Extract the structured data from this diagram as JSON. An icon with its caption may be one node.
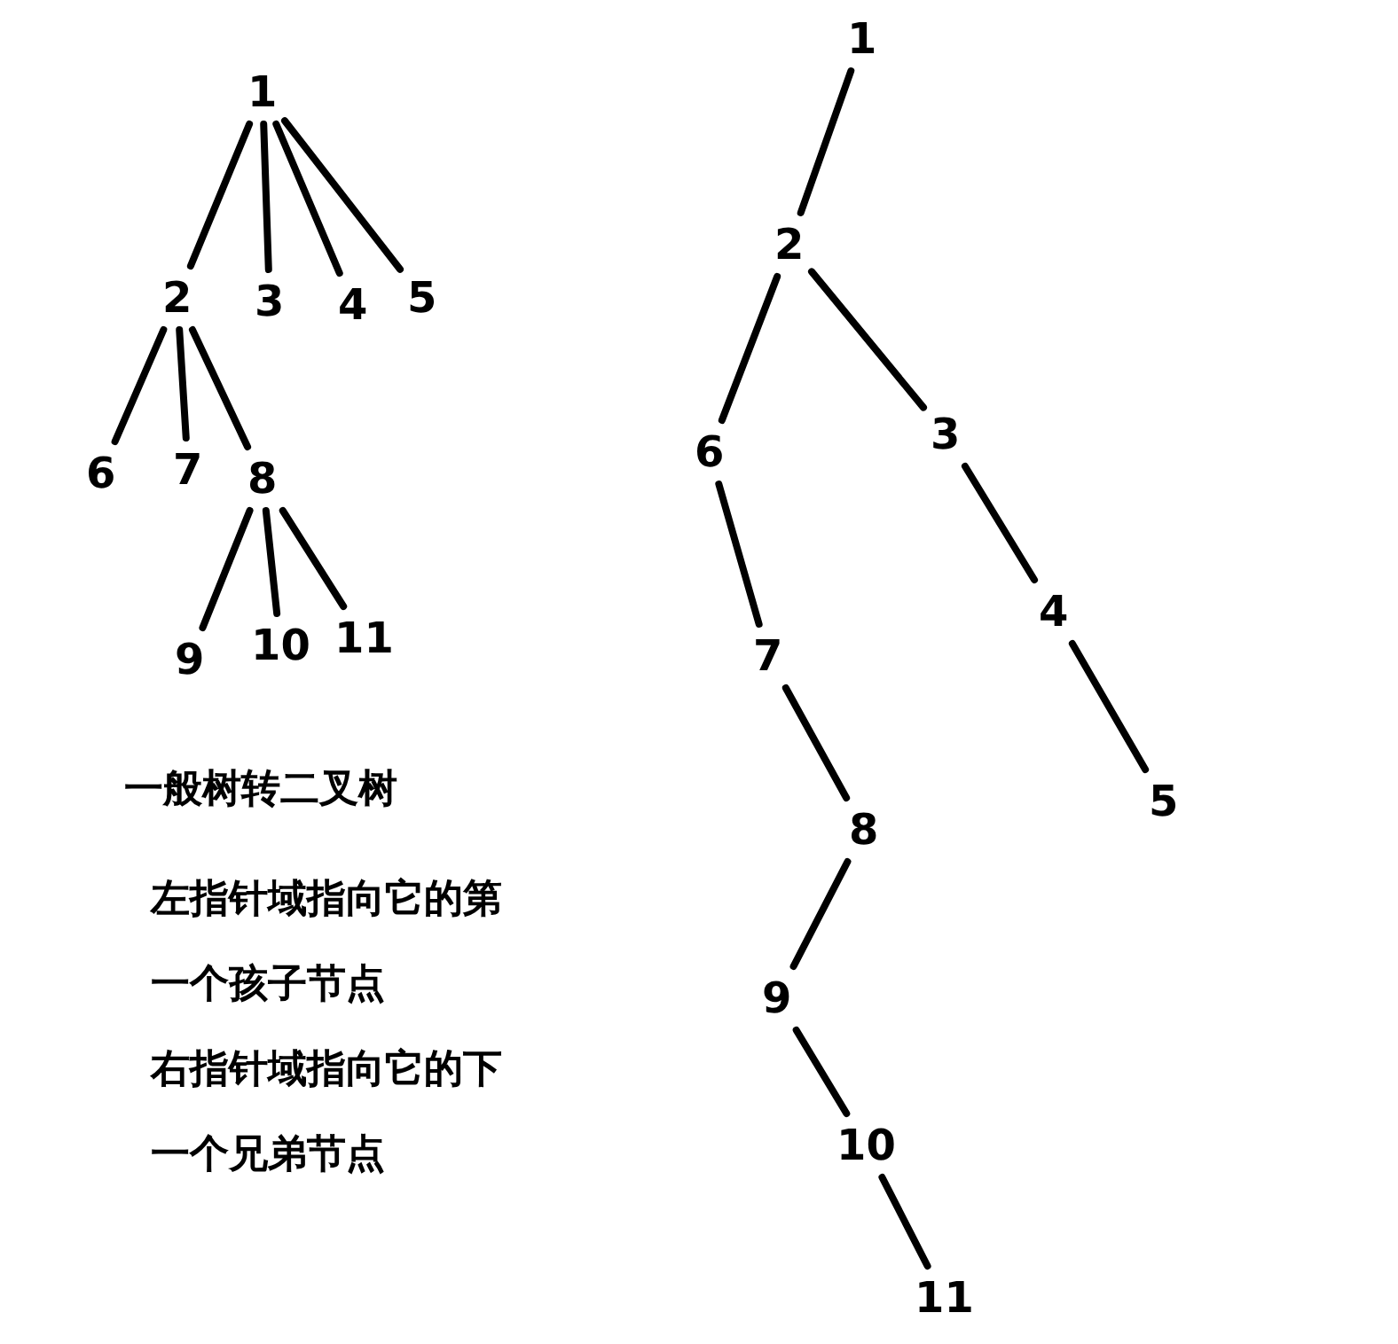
{
  "diagram": {
    "title": "一般树转二叉树",
    "nodes": [
      {
        "text": [
          "1"
        ]
      },
      {
        "text": [
          "2"
        ]
      },
      {
        "text": [
          "3"
        ]
      },
      {
        "text": [
          "4"
        ]
      },
      {
        "text": [
          "5"
        ]
      },
      {
        "text": [
          "6"
        ]
      },
      {
        "text": [
          "7"
        ]
      },
      {
        "text": [
          "8"
        ]
      },
      {
        "text": [
          "9"
        ]
      },
      {
        "text": [
          "10"
        ]
      },
      {
        "text": [
          "11"
        ]
      },
      {
        "text": [
          "1"
        ]
      },
      {
        "text": [
          "2"
        ]
      },
      {
        "text": [
          "3"
        ]
      },
      {
        "text": [
          "4"
        ]
      },
      {
        "text": [
          "5"
        ]
      },
      {
        "text": [
          "6"
        ]
      },
      {
        "text": [
          "7"
        ]
      },
      {
        "text": [
          "8"
        ]
      },
      {
        "text": [
          "9"
        ]
      },
      {
        "text": [
          "10"
        ]
      },
      {
        "text": [
          "11"
        ]
      }
    ],
    "edges": [
      {
        "from": 0,
        "to": 1,
        "arrow": "none"
      },
      {
        "from": 0,
        "to": 2,
        "arrow": "none"
      },
      {
        "from": 0,
        "to": 3,
        "arrow": "none"
      },
      {
        "from": 0,
        "to": 4,
        "arrow": "none"
      },
      {
        "from": 1,
        "to": 5,
        "arrow": "none"
      },
      {
        "from": 1,
        "to": 6,
        "arrow": "none"
      },
      {
        "from": 1,
        "to": 7,
        "arrow": "none"
      },
      {
        "from": 7,
        "to": 8,
        "arrow": "none"
      },
      {
        "from": 7,
        "to": 9,
        "arrow": "none"
      },
      {
        "from": 7,
        "to": 10,
        "arrow": "none"
      },
      {
        "from": 11,
        "to": 12,
        "arrow": "none"
      },
      {
        "from": 12,
        "to": 16,
        "arrow": "none"
      },
      {
        "from": 12,
        "to": 13,
        "arrow": "none"
      },
      {
        "from": 13,
        "to": 14,
        "arrow": "none"
      },
      {
        "from": 14,
        "to": 15,
        "arrow": "none"
      },
      {
        "from": 16,
        "to": 17,
        "arrow": "none"
      },
      {
        "from": 17,
        "to": 18,
        "arrow": "none"
      },
      {
        "from": 18,
        "to": 19,
        "arrow": "none"
      },
      {
        "from": 19,
        "to": 20,
        "arrow": "none"
      },
      {
        "from": 20,
        "to": 21,
        "arrow": "none"
      }
    ],
    "labels": [
      "左指针域指向它的第一个孩子节点",
      "右指针域指向它的下一个兄弟节点"
    ]
  }
}
